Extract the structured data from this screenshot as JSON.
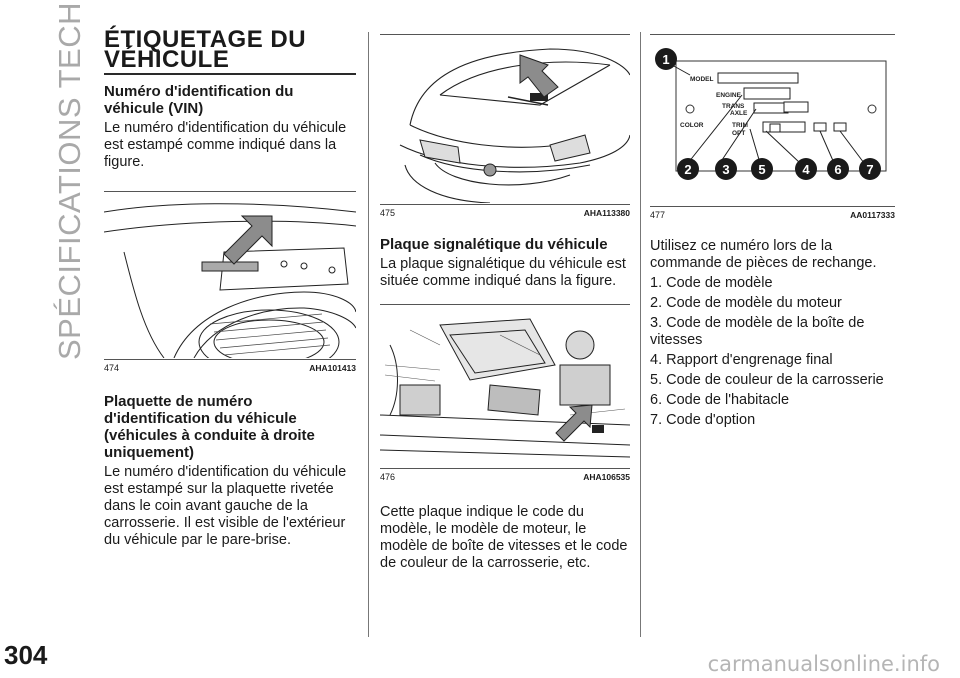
{
  "side_title": "SPÉCIFICATIONS TECHNIQUES",
  "page_number": "304",
  "watermark": "carmanualsonline.info",
  "col1": {
    "title_line1": "ÉTIQUETAGE DU",
    "title_line2": "VÉHICULE",
    "vin_heading": "Numéro d'identification du véhicule (VIN)",
    "vin_text": "Le numéro d'identification du véhicule est estampé comme indiqué dans la figure.",
    "fig474_num": "474",
    "fig474_code": "AHA101413",
    "plate_heading": "Plaquette de numéro d'identification du véhicule (véhicules à conduite à droite uniquement)",
    "plate_text": "Le numéro d'identification du véhicule est estampé sur la plaquette rivetée dans le coin avant gauche de la carrosserie. Il est visible de l'extérieur du véhicule par le pare-brise."
  },
  "col2": {
    "fig475_num": "475",
    "fig475_code": "AHA113380",
    "heading": "Plaque signalétique du véhicule",
    "text1": "La plaque signalétique du véhicule est située comme indiqué dans la figure.",
    "fig476_num": "476",
    "fig476_code": "AHA106535",
    "text2": "Cette plaque indique le code du modèle, le modèle de moteur, le modèle de boîte de vitesses et le code de couleur de la carrosserie, etc."
  },
  "col3": {
    "fig477_num": "477",
    "fig477_code": "AA0117333",
    "label_model": "MODEL",
    "label_engine": "ENGINE",
    "label_trans": "TRANS",
    "label_axle": "AXLE",
    "label_color": "COLOR",
    "label_trim": "TRIM",
    "label_opt": "OPT",
    "callouts": [
      "1",
      "2",
      "3",
      "5",
      "4",
      "6",
      "7"
    ],
    "intro": "Utilisez ce numéro lors de la commande de pièces de rechange.",
    "items": [
      "1. Code de modèle",
      "2. Code de modèle du moteur",
      "3. Code de modèle de la boîte de vitesses",
      "4. Rapport d'engrenage final",
      "5. Code de couleur de la carrosserie",
      "6. Code de l'habitacle",
      "7. Code d'option"
    ]
  }
}
